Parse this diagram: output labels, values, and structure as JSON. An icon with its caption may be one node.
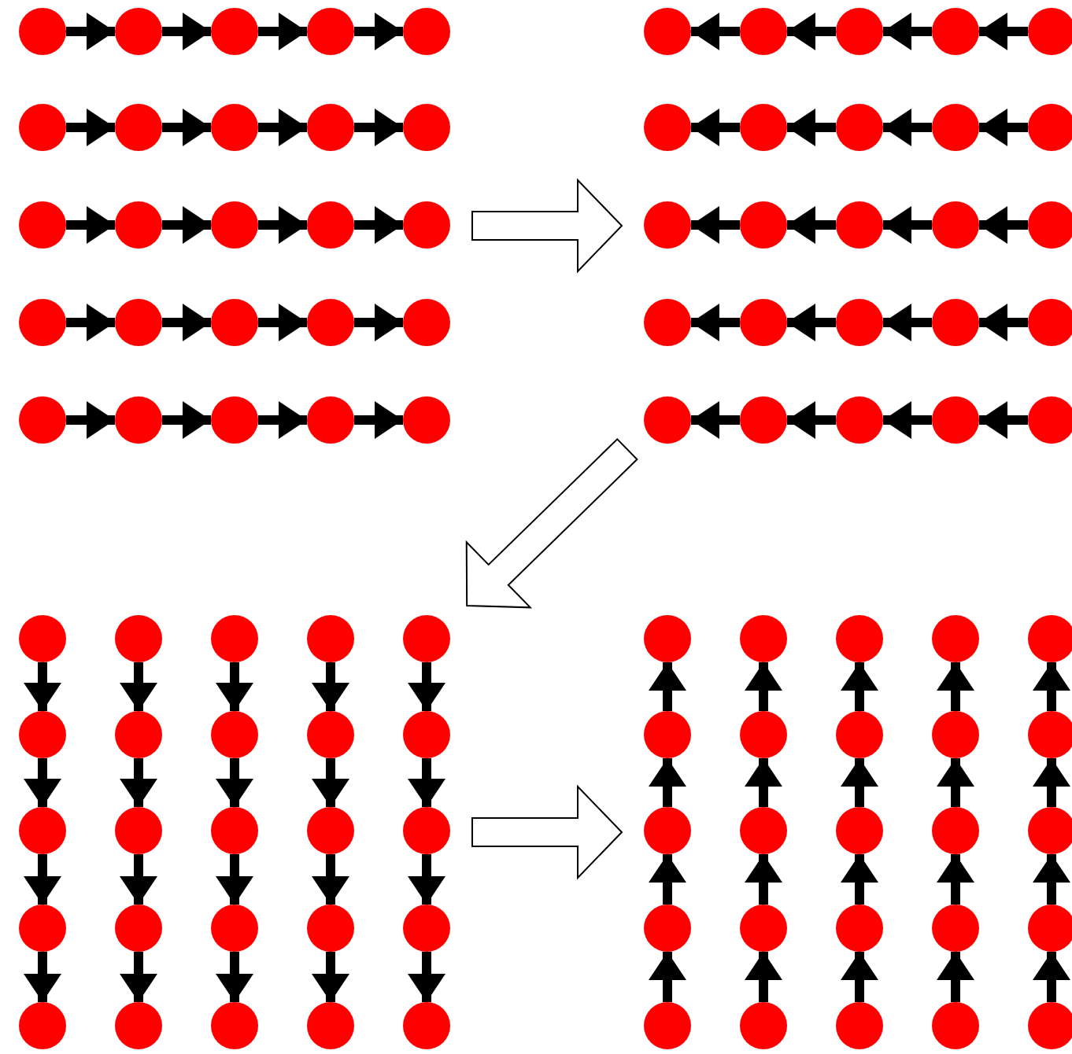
{
  "diagram": {
    "nodes": [
      {
        "text": [],
        "shape": "picture"
      },
      {
        "text": [],
        "shape": "circle",
        "in": 0
      },
      {
        "text": [],
        "shape": "circle",
        "in": 0
      },
      {
        "text": [],
        "shape": "circle",
        "in": 0
      },
      {
        "text": [],
        "shape": "circle",
        "in": 0
      },
      {
        "text": [],
        "shape": "circle",
        "in": 0
      },
      {
        "text": [],
        "shape": "circle",
        "in": 0
      },
      {
        "text": [],
        "shape": "circle",
        "in": 0
      },
      {
        "text": [],
        "shape": "circle",
        "in": 0
      },
      {
        "text": [],
        "shape": "circle",
        "in": 0
      },
      {
        "text": [],
        "shape": "circle",
        "in": 0
      },
      {
        "text": [],
        "shape": "circle",
        "in": 0
      },
      {
        "text": [],
        "shape": "circle",
        "in": 0
      },
      {
        "text": [],
        "shape": "circle",
        "in": 0
      },
      {
        "text": [],
        "shape": "circle",
        "in": 0
      },
      {
        "text": [],
        "shape": "circle",
        "in": 0
      },
      {
        "text": [],
        "shape": "circle",
        "in": 0
      },
      {
        "text": [],
        "shape": "circle",
        "in": 0
      },
      {
        "text": [],
        "shape": "circle",
        "in": 0
      },
      {
        "text": [],
        "shape": "circle",
        "in": 0
      },
      {
        "text": [],
        "shape": "circle",
        "in": 0
      },
      {
        "text": [],
        "shape": "circle",
        "in": 0
      },
      {
        "text": [],
        "shape": "circle",
        "in": 0
      },
      {
        "text": [],
        "shape": "circle",
        "in": 0
      },
      {
        "text": [],
        "shape": "circle",
        "in": 0
      },
      {
        "text": [],
        "shape": "circle",
        "in": 0
      },
      {
        "text": [],
        "shape": "picture"
      },
      {
        "text": [],
        "shape": "circle",
        "in": 26
      },
      {
        "text": [],
        "shape": "circle",
        "in": 26
      },
      {
        "text": [],
        "shape": "circle",
        "in": 26
      },
      {
        "text": [],
        "shape": "circle",
        "in": 26
      },
      {
        "text": [],
        "shape": "circle",
        "in": 26
      },
      {
        "text": [],
        "shape": "circle",
        "in": 26
      },
      {
        "text": [],
        "shape": "circle",
        "in": 26
      },
      {
        "text": [],
        "shape": "circle",
        "in": 26
      },
      {
        "text": [],
        "shape": "circle",
        "in": 26
      },
      {
        "text": [],
        "shape": "circle",
        "in": 26
      },
      {
        "text": [],
        "shape": "circle",
        "in": 26
      },
      {
        "text": [],
        "shape": "circle",
        "in": 26
      },
      {
        "text": [],
        "shape": "circle",
        "in": 26
      },
      {
        "text": [],
        "shape": "circle",
        "in": 26
      },
      {
        "text": [],
        "shape": "circle",
        "in": 26
      },
      {
        "text": [],
        "shape": "circle",
        "in": 26
      },
      {
        "text": [],
        "shape": "circle",
        "in": 26
      },
      {
        "text": [],
        "shape": "circle",
        "in": 26
      },
      {
        "text": [],
        "shape": "circle",
        "in": 26
      },
      {
        "text": [],
        "shape": "circle",
        "in": 26
      },
      {
        "text": [],
        "shape": "circle",
        "in": 26
      },
      {
        "text": [],
        "shape": "circle",
        "in": 26
      },
      {
        "text": [],
        "shape": "circle",
        "in": 26
      },
      {
        "text": [],
        "shape": "circle",
        "in": 26
      },
      {
        "text": [],
        "shape": "circle",
        "in": 26
      },
      {
        "text": [],
        "shape": "picture"
      },
      {
        "text": [],
        "shape": "circle",
        "in": 52
      },
      {
        "text": [],
        "shape": "circle",
        "in": 52
      },
      {
        "text": [],
        "shape": "circle",
        "in": 52
      },
      {
        "text": [],
        "shape": "circle",
        "in": 52
      },
      {
        "text": [],
        "shape": "circle",
        "in": 52
      },
      {
        "text": [],
        "shape": "circle",
        "in": 52
      },
      {
        "text": [],
        "shape": "circle",
        "in": 52
      },
      {
        "text": [],
        "shape": "circle",
        "in": 52
      },
      {
        "text": [],
        "shape": "circle",
        "in": 52
      },
      {
        "text": [],
        "shape": "circle",
        "in": 52
      },
      {
        "text": [],
        "shape": "circle",
        "in": 52
      },
      {
        "text": [],
        "shape": "circle",
        "in": 52
      },
      {
        "text": [],
        "shape": "circle",
        "in": 52
      },
      {
        "text": [],
        "shape": "circle",
        "in": 52
      },
      {
        "text": [],
        "shape": "circle",
        "in": 52
      },
      {
        "text": [],
        "shape": "circle",
        "in": 52
      },
      {
        "text": [],
        "shape": "circle",
        "in": 52
      },
      {
        "text": [],
        "shape": "circle",
        "in": 52
      },
      {
        "text": [],
        "shape": "circle",
        "in": 52
      },
      {
        "text": [],
        "shape": "circle",
        "in": 52
      },
      {
        "text": [],
        "shape": "circle",
        "in": 52
      },
      {
        "text": [],
        "shape": "circle",
        "in": 52
      },
      {
        "text": [],
        "shape": "circle",
        "in": 52
      },
      {
        "text": [],
        "shape": "circle",
        "in": 52
      },
      {
        "text": [],
        "shape": "circle",
        "in": 52
      },
      {
        "text": [],
        "shape": "picture"
      },
      {
        "text": [],
        "shape": "circle",
        "in": 78
      },
      {
        "text": [],
        "shape": "circle",
        "in": 78
      },
      {
        "text": [],
        "shape": "circle",
        "in": 78
      },
      {
        "text": [],
        "shape": "circle",
        "in": 78
      },
      {
        "text": [],
        "shape": "circle",
        "in": 78
      },
      {
        "text": [],
        "shape": "circle",
        "in": 78
      },
      {
        "text": [],
        "shape": "circle",
        "in": 78
      },
      {
        "text": [],
        "shape": "circle",
        "in": 78
      },
      {
        "text": [],
        "shape": "circle",
        "in": 78
      },
      {
        "text": [],
        "shape": "circle",
        "in": 78
      },
      {
        "text": [],
        "shape": "circle",
        "in": 78
      },
      {
        "text": [],
        "shape": "circle",
        "in": 78
      },
      {
        "text": [],
        "shape": "circle",
        "in": 78
      },
      {
        "text": [],
        "shape": "circle",
        "in": 78
      },
      {
        "text": [],
        "shape": "circle",
        "in": 78
      },
      {
        "text": [],
        "shape": "circle",
        "in": 78
      },
      {
        "text": [],
        "shape": "circle",
        "in": 78
      },
      {
        "text": [],
        "shape": "circle",
        "in": 78
      },
      {
        "text": [],
        "shape": "circle",
        "in": 78
      },
      {
        "text": [],
        "shape": "circle",
        "in": 78
      },
      {
        "text": [],
        "shape": "circle",
        "in": 78
      },
      {
        "text": [],
        "shape": "circle",
        "in": 78
      },
      {
        "text": [],
        "shape": "circle",
        "in": 78
      },
      {
        "text": [],
        "shape": "circle",
        "in": 78
      },
      {
        "text": [],
        "shape": "circle",
        "in": 78
      }
    ],
    "edges": [
      {
        "from": 1,
        "to": 2,
        "arrow": "to"
      },
      {
        "from": 2,
        "to": 3,
        "arrow": "to"
      },
      {
        "from": 3,
        "to": 4,
        "arrow": "to"
      },
      {
        "from": 4,
        "to": 5,
        "arrow": "to"
      },
      {
        "from": 6,
        "to": 7,
        "arrow": "to"
      },
      {
        "from": 7,
        "to": 8,
        "arrow": "to"
      },
      {
        "from": 8,
        "to": 9,
        "arrow": "to"
      },
      {
        "from": 9,
        "to": 10,
        "arrow": "to"
      },
      {
        "from": 11,
        "to": 12,
        "arrow": "to"
      },
      {
        "from": 12,
        "to": 13,
        "arrow": "to"
      },
      {
        "from": 13,
        "to": 14,
        "arrow": "to"
      },
      {
        "from": 14,
        "to": 15,
        "arrow": "to"
      },
      {
        "from": 16,
        "to": 17,
        "arrow": "to"
      },
      {
        "from": 17,
        "to": 18,
        "arrow": "to"
      },
      {
        "from": 18,
        "to": 19,
        "arrow": "to"
      },
      {
        "from": 19,
        "to": 20,
        "arrow": "to"
      },
      {
        "from": 21,
        "to": 22,
        "arrow": "to"
      },
      {
        "from": 22,
        "to": 23,
        "arrow": "to"
      },
      {
        "from": 23,
        "to": 24,
        "arrow": "to"
      },
      {
        "from": 24,
        "to": 25,
        "arrow": "to"
      },
      {
        "from": 28,
        "to": 27,
        "arrow": "to"
      },
      {
        "from": 29,
        "to": 28,
        "arrow": "to"
      },
      {
        "from": 30,
        "to": 29,
        "arrow": "to"
      },
      {
        "from": 31,
        "to": 30,
        "arrow": "to"
      },
      {
        "from": 33,
        "to": 32,
        "arrow": "to"
      },
      {
        "from": 34,
        "to": 33,
        "arrow": "to"
      },
      {
        "from": 35,
        "to": 34,
        "arrow": "to"
      },
      {
        "from": 36,
        "to": 35,
        "arrow": "to"
      },
      {
        "from": 38,
        "to": 37,
        "arrow": "to"
      },
      {
        "from": 39,
        "to": 38,
        "arrow": "to"
      },
      {
        "from": 40,
        "to": 39,
        "arrow": "to"
      },
      {
        "from": 41,
        "to": 40,
        "arrow": "to"
      },
      {
        "from": 43,
        "to": 42,
        "arrow": "to"
      },
      {
        "from": 44,
        "to": 43,
        "arrow": "to"
      },
      {
        "from": 45,
        "to": 44,
        "arrow": "to"
      },
      {
        "from": 46,
        "to": 45,
        "arrow": "to"
      },
      {
        "from": 48,
        "to": 47,
        "arrow": "to"
      },
      {
        "from": 49,
        "to": 48,
        "arrow": "to"
      },
      {
        "from": 50,
        "to": 49,
        "arrow": "to"
      },
      {
        "from": 51,
        "to": 50,
        "arrow": "to"
      },
      {
        "from": 53,
        "to": 58,
        "arrow": "to"
      },
      {
        "from": 54,
        "to": 59,
        "arrow": "to"
      },
      {
        "from": 55,
        "to": 60,
        "arrow": "to"
      },
      {
        "from": 56,
        "to": 61,
        "arrow": "to"
      },
      {
        "from": 57,
        "to": 62,
        "arrow": "to"
      },
      {
        "from": 58,
        "to": 63,
        "arrow": "to"
      },
      {
        "from": 59,
        "to": 64,
        "arrow": "to"
      },
      {
        "from": 60,
        "to": 65,
        "arrow": "to"
      },
      {
        "from": 61,
        "to": 66,
        "arrow": "to"
      },
      {
        "from": 62,
        "to": 67,
        "arrow": "to"
      },
      {
        "from": 63,
        "to": 68,
        "arrow": "to"
      },
      {
        "from": 64,
        "to": 69,
        "arrow": "to"
      },
      {
        "from": 65,
        "to": 70,
        "arrow": "to"
      },
      {
        "from": 66,
        "to": 71,
        "arrow": "to"
      },
      {
        "from": 67,
        "to": 72,
        "arrow": "to"
      },
      {
        "from": 68,
        "to": 73,
        "arrow": "to"
      },
      {
        "from": 69,
        "to": 74,
        "arrow": "to"
      },
      {
        "from": 70,
        "to": 75,
        "arrow": "to"
      },
      {
        "from": 71,
        "to": 76,
        "arrow": "to"
      },
      {
        "from": 72,
        "to": 77,
        "arrow": "to"
      },
      {
        "from": 84,
        "to": 79,
        "arrow": "to"
      },
      {
        "from": 85,
        "to": 80,
        "arrow": "to"
      },
      {
        "from": 86,
        "to": 81,
        "arrow": "to"
      },
      {
        "from": 87,
        "to": 82,
        "arrow": "to"
      },
      {
        "from": 88,
        "to": 83,
        "arrow": "to"
      },
      {
        "from": 89,
        "to": 84,
        "arrow": "to"
      },
      {
        "from": 90,
        "to": 85,
        "arrow": "to"
      },
      {
        "from": 91,
        "to": 86,
        "arrow": "to"
      },
      {
        "from": 92,
        "to": 87,
        "arrow": "to"
      },
      {
        "from": 93,
        "to": 88,
        "arrow": "to"
      },
      {
        "from": 94,
        "to": 89,
        "arrow": "to"
      },
      {
        "from": 95,
        "to": 90,
        "arrow": "to"
      },
      {
        "from": 96,
        "to": 91,
        "arrow": "to"
      },
      {
        "from": 97,
        "to": 92,
        "arrow": "to"
      },
      {
        "from": 98,
        "to": 93,
        "arrow": "to"
      },
      {
        "from": 99,
        "to": 94,
        "arrow": "to"
      },
      {
        "from": 100,
        "to": 95,
        "arrow": "to"
      },
      {
        "from": 101,
        "to": 96,
        "arrow": "to"
      },
      {
        "from": 102,
        "to": 97,
        "arrow": "to"
      },
      {
        "from": 103,
        "to": 98,
        "arrow": "to"
      },
      {
        "from": 0,
        "to": 26,
        "arrow": "to",
        "style": "thick"
      },
      {
        "from": 26,
        "to": 52,
        "arrow": "to",
        "style": "thick"
      },
      {
        "from": 52,
        "to": 78,
        "arrow": "to",
        "style": "thick"
      }
    ]
  }
}
